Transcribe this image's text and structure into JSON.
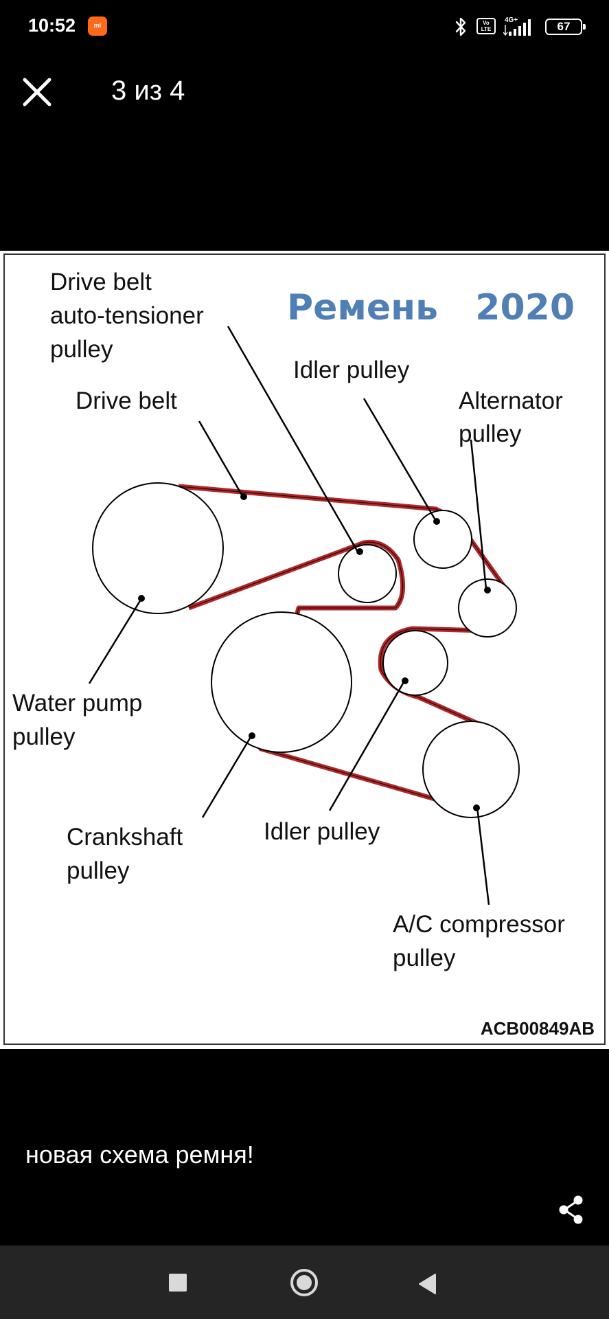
{
  "status_bar": {
    "time": "10:52",
    "app_icon_text": "mi",
    "volte_line1": "Vo",
    "volte_line2": "LTE",
    "network": "4G+",
    "battery": "67"
  },
  "header": {
    "counter": "3 из 4"
  },
  "diagram": {
    "title": "Ремень   2020",
    "code": "ACB00849AB",
    "labels": {
      "tensioner_line1": "Drive belt",
      "tensioner_line2": "auto-tensioner",
      "tensioner_line3": "pulley",
      "drive_belt": "Drive belt",
      "idler_top": "Idler pulley",
      "alternator_line1": "Alternator",
      "alternator_line2": "pulley",
      "water_pump_line1": "Water pump",
      "water_pump_line2": "pulley",
      "crankshaft_line1": "Crankshaft",
      "crankshaft_line2": "pulley",
      "idler_bottom": "Idler pulley",
      "ac_line1": "A/C compressor",
      "ac_line2": "pulley"
    },
    "colors": {
      "belt": "#b0282a",
      "title": "#4f7fb4"
    }
  },
  "caption": "новая схема ремня!",
  "icons": {
    "close": "close-icon",
    "share": "share-icon",
    "bluetooth": "bluetooth-icon",
    "signal": "signal-icon",
    "battery": "battery-icon",
    "nav_recents": "recents-icon",
    "nav_home": "home-icon",
    "nav_back": "back-icon"
  }
}
